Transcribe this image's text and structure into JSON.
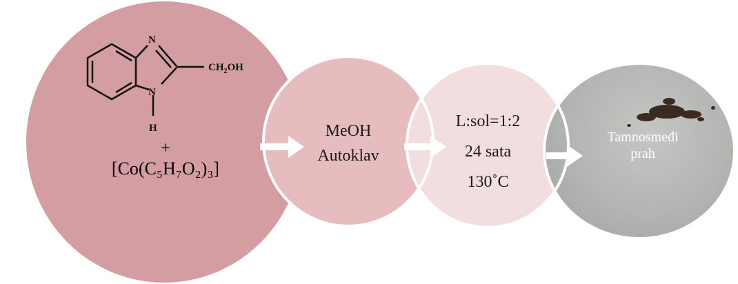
{
  "molecule": {
    "atom_n_top": "N",
    "atom_n_bottom": "N",
    "atom_h": "H",
    "substituent_main": "CH",
    "substituent_sub": "2",
    "substituent_tail": "OH"
  },
  "reagent": {
    "plus": "+",
    "cobalt": "[Co(C₅H₇O₂)₃]"
  },
  "step2": {
    "line1": "MeOH",
    "line2": "Autoklav"
  },
  "step3": {
    "line1": "L:sol=1:2",
    "line2": "24 sata",
    "line3": "130˚C"
  },
  "step4": {
    "line1": "Tamnosmeđi",
    "line2": "prah"
  },
  "colors": {
    "circle1": "#d39da1",
    "circle2": "#e6bcbf",
    "circle3": "#f2dede",
    "photo": "#b7b9b6",
    "arrow": "#ffffff"
  }
}
